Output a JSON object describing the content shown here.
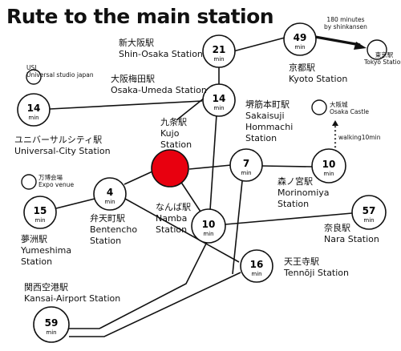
{
  "title": "Rute to the main station",
  "colors": {
    "hub": "#e8000f",
    "line": "#111111",
    "node_fill": "#ffffff"
  },
  "stations": {
    "kujo": {
      "jp": "九条駅",
      "en1": "Kujo",
      "en2": "Station"
    },
    "shin_osaka": {
      "jp": "新大阪駅",
      "en": "Shin-Osaka Station",
      "minutes": "21",
      "unit": "min"
    },
    "kyoto": {
      "jp": "京都駅",
      "en": "Kyoto Station",
      "minutes": "49",
      "unit": "min"
    },
    "tokyo": {
      "jp": "東京駅",
      "en": "Tokyo Station"
    },
    "osaka_umeda": {
      "jp": "大阪梅田駅",
      "en": "Osaka-Umeda Station",
      "minutes": "14",
      "unit": "min"
    },
    "universal_city": {
      "jp": "ユニバーサルシティ駅",
      "en": "Universal-City Station",
      "minutes": "14",
      "unit": "min"
    },
    "usj": {
      "en1": "USJ",
      "en2": "Universal studio japan"
    },
    "sakaisuji_hommachi": {
      "jp": "堺筋本町駅",
      "en1": "Sakaisuji",
      "en2": "Hommachi",
      "en3": "Station",
      "minutes": "7",
      "unit": "min"
    },
    "osaka_castle": {
      "jp": "大阪城",
      "en": "Osaka Castle"
    },
    "morinomiya": {
      "jp": "森ノ宮駅",
      "en1": "Morinomiya",
      "en2": "Station",
      "minutes": "10",
      "unit": "min"
    },
    "bentencho": {
      "jp": "弁天町駅",
      "en1": "Bentencho",
      "en2": "Station",
      "minutes": "4",
      "unit": "min"
    },
    "expo": {
      "jp": "万博会場",
      "en": "Expo venue"
    },
    "yumeshima": {
      "jp": "夢洲駅",
      "en1": "Yumeshima",
      "en2": "Station",
      "minutes": "15",
      "unit": "min"
    },
    "namba": {
      "jp": "なんば駅",
      "en1": "Namba",
      "en2": "Station",
      "minutes": "10",
      "unit": "min"
    },
    "nara": {
      "jp": "奈良駅",
      "en": "Nara Station",
      "minutes": "57",
      "unit": "min"
    },
    "tennoji": {
      "jp": "天王寺駅",
      "en": "Tennōji Station",
      "minutes": "16",
      "unit": "min"
    },
    "kansai_airport": {
      "jp": "関西空港駅",
      "en": "Kansai-Airport Station",
      "minutes": "59",
      "unit": "min"
    }
  },
  "notes": {
    "shinkansen_1": "180 minutes",
    "shinkansen_2": "by shinkansen",
    "walking": "walking10min"
  }
}
